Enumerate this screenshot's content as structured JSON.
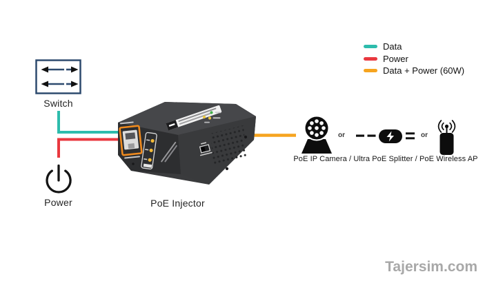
{
  "legend": {
    "items": [
      {
        "label": "Data",
        "color": "#2dbcac"
      },
      {
        "label": "Power",
        "color": "#e9383f"
      },
      {
        "label": "Data + Power (60W)",
        "color": "#f6a41f"
      }
    ]
  },
  "colors": {
    "data_line": "#2dbcac",
    "power_line": "#e9383f",
    "data_power_line": "#f6a41f",
    "port_accent": "#ef8a1e",
    "switch_outline": "#2d4a6e"
  },
  "nodes": {
    "switch": {
      "label": "Switch",
      "icon": "switch-arrows-icon"
    },
    "power": {
      "label": "Power",
      "icon": "power-symbol-icon"
    },
    "injector": {
      "label": "PoE Injector",
      "icon": "poe-injector-device"
    },
    "devices": {
      "caption": "PoE IP Camera / Ultra PoE Splitter / PoE Wireless AP",
      "or_separator": "or",
      "icons": [
        "poe-ip-camera-icon",
        "ultra-poe-splitter-icon",
        "poe-wireless-ap-icon"
      ]
    }
  },
  "connections": [
    {
      "from": "switch",
      "to": "injector",
      "type": "data",
      "color": "#2dbcac"
    },
    {
      "from": "power",
      "to": "injector",
      "type": "power",
      "color": "#e9383f"
    },
    {
      "from": "injector",
      "to": "devices",
      "type": "data-plus-power-60w",
      "color": "#f6a41f"
    }
  ],
  "watermark": "Tajersim.com"
}
